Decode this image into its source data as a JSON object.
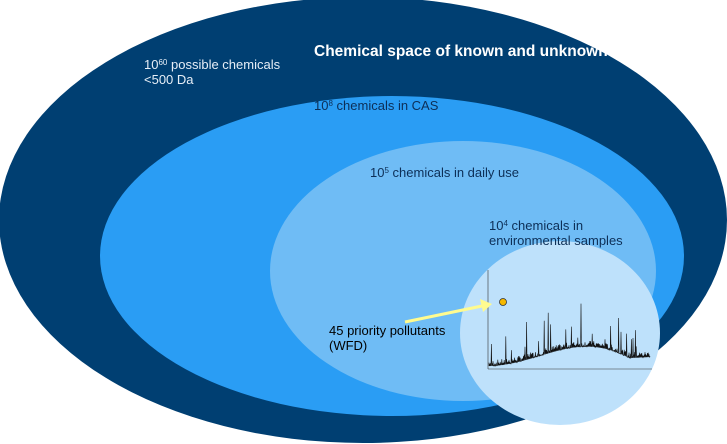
{
  "title": "Chemical space of known and unknown compounds",
  "levels": [
    {
      "base": "10",
      "exp": "60",
      "text": " possible chemicals <500 Da",
      "color": "#003f72"
    },
    {
      "base": "10",
      "exp": "8",
      "text": " chemicals in CAS",
      "color": "#2a9df4"
    },
    {
      "base": "10",
      "exp": "5",
      "text": " chemicals in daily use",
      "color": "#6fbcf5"
    },
    {
      "base": "10",
      "exp": "4",
      "text": " chemicals in environmental samples",
      "color": "#bee1fb"
    }
  ],
  "priority": {
    "text": "45 priority pollutants (WFD)",
    "arrow_color": "#fffb8f",
    "dot_color": "#f5b800"
  }
}
